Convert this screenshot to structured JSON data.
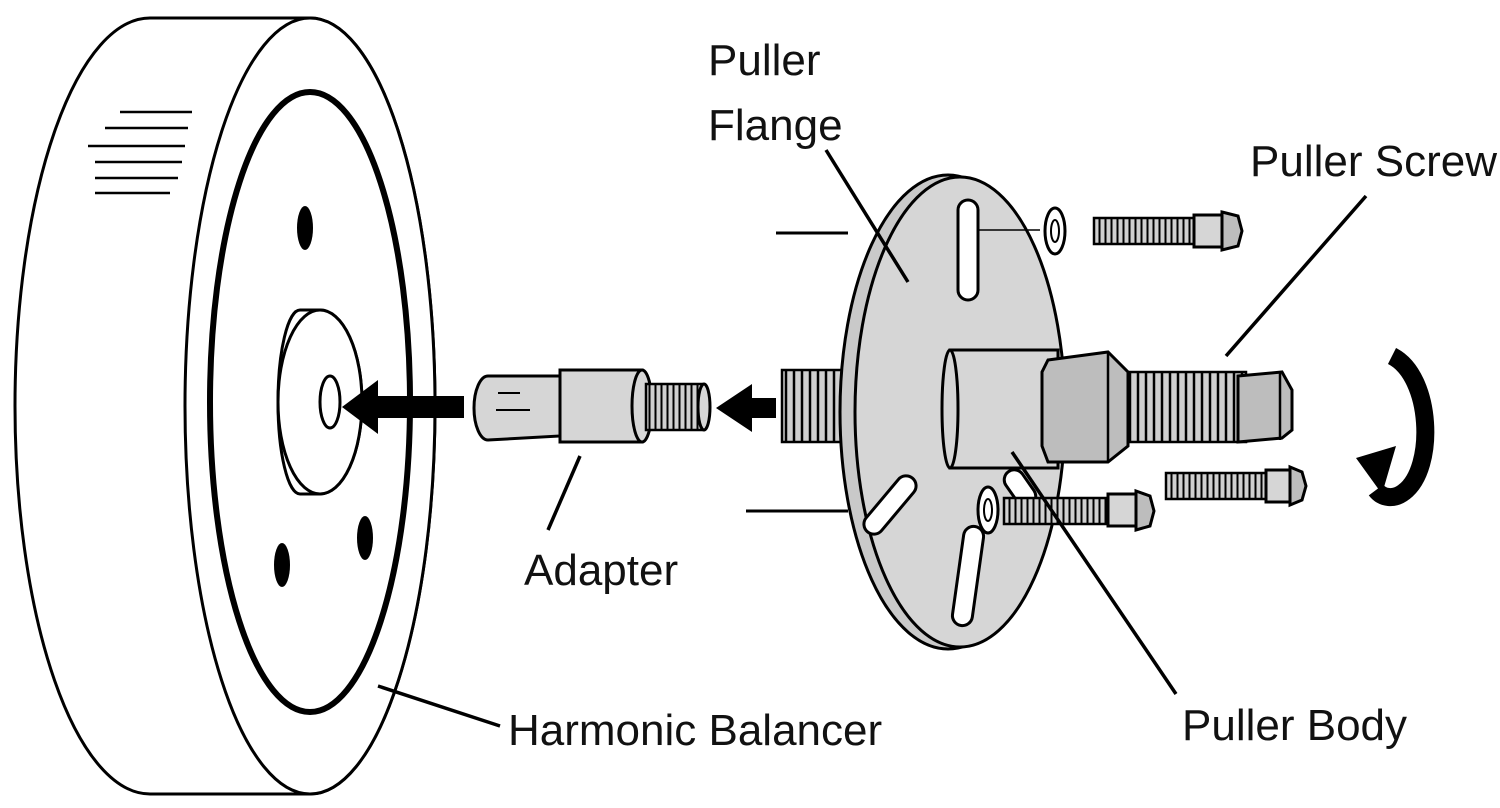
{
  "labels": {
    "puller_flange_line1": "Puller",
    "puller_flange_line2": "Flange",
    "puller_screw": "Puller Screw",
    "adapter": "Adapter",
    "harmonic_balancer": "Harmonic Balancer",
    "puller_body": "Puller Body"
  },
  "colors": {
    "metal": "#d6d6d6",
    "outline": "#000000",
    "background": "#ffffff"
  }
}
